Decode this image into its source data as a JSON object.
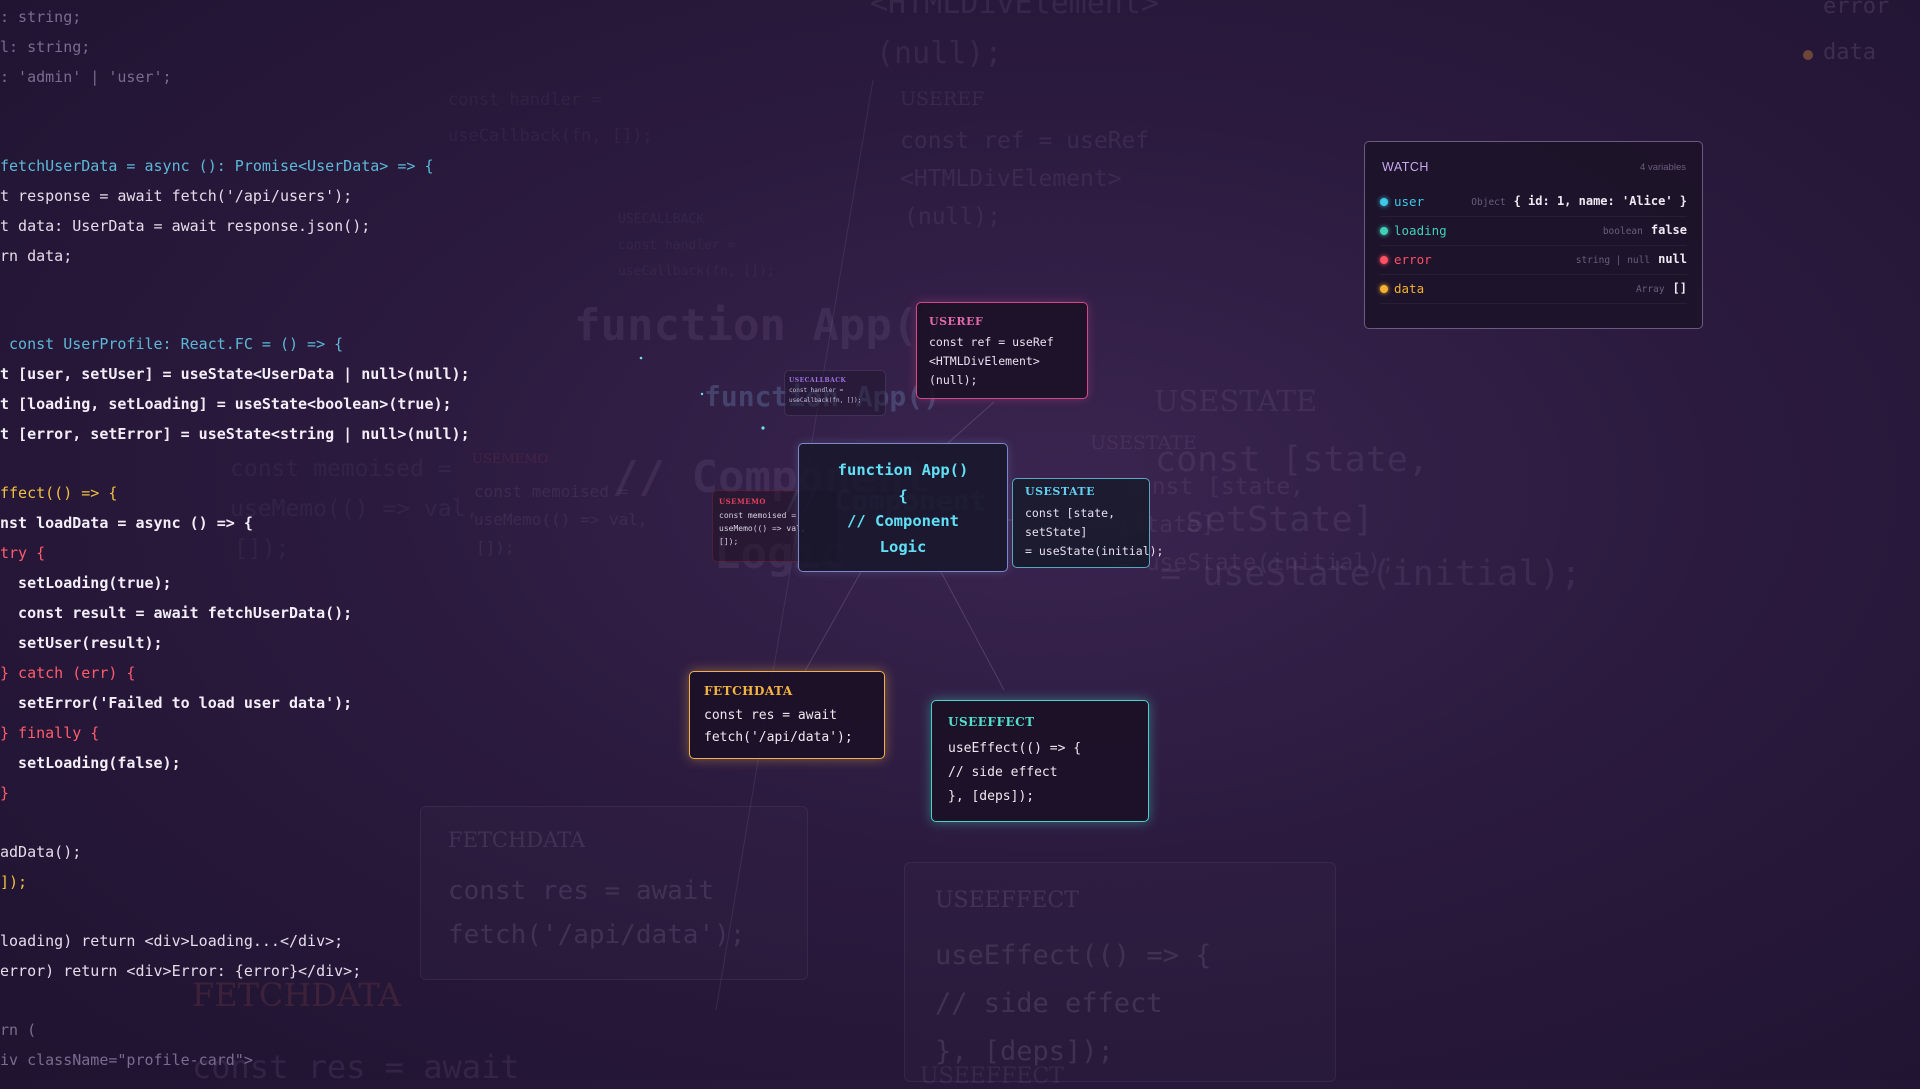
{
  "code_lines": [
    {
      "text": ": string;",
      "cls": "c-dim"
    },
    {
      "text": "l: string;",
      "cls": "c-dim"
    },
    {
      "text": ": 'admin' | 'user';",
      "cls": "c-dim"
    },
    {
      "text": "fetchUserData = async (): Promise<UserData> => {",
      "cls": "c-blue"
    },
    {
      "text": "t response = await fetch('/api/users');",
      "cls": "c-white"
    },
    {
      "text": "t data: UserData = await response.json();",
      "cls": "c-white"
    },
    {
      "text": "rn data;",
      "cls": "c-white"
    },
    {
      "text": " const UserProfile: React.FC = () => {",
      "cls": "c-blue"
    },
    {
      "text": "t [user, setUser] = useState<UserData | null>(null);",
      "cls": "c-bright"
    },
    {
      "text": "t [loading, setLoading] = useState<boolean>(true);",
      "cls": "c-bright"
    },
    {
      "text": "t [error, setError] = useState<string | null>(null);",
      "cls": "c-bright"
    },
    {
      "text": "ffect(() => {",
      "cls": "c-yellow"
    },
    {
      "text": "nst loadData = async () => {",
      "cls": "c-bright"
    },
    {
      "text": "try {",
      "cls": "c-red"
    },
    {
      "text": "  setLoading(true);",
      "cls": "c-bright"
    },
    {
      "text": "  const result = await fetchUserData();",
      "cls": "c-bright"
    },
    {
      "text": "  setUser(result);",
      "cls": "c-bright"
    },
    {
      "text": "} catch (err) {",
      "cls": "c-red"
    },
    {
      "text": "  setError('Failed to load user data');",
      "cls": "c-bright"
    },
    {
      "text": "} finally {",
      "cls": "c-red"
    },
    {
      "text": "  setLoading(false);",
      "cls": "c-bright"
    },
    {
      "text": "}",
      "cls": "c-red"
    },
    {
      "text": "adData();",
      "cls": "c-white"
    },
    {
      "text": "]);",
      "cls": "c-yellow"
    },
    {
      "text": "loading) return <div>Loading...</div>;",
      "cls": "c-white"
    },
    {
      "text": "error) return <div>Error: {error}</div>;",
      "cls": "c-white"
    },
    {
      "text": "rn (",
      "cls": "c-dim"
    },
    {
      "text": "iv className=\"profile-card\">",
      "cls": "c-dim"
    }
  ],
  "cards": {
    "useref": {
      "title": "USEREF",
      "code": "const ref = useRef\n<HTMLDivElement>\n(null);"
    },
    "app": {
      "code": "function App()\n{\n// Component\nLogic"
    },
    "usestate": {
      "title": "USESTATE",
      "code": "const [state,\nsetState]\n= useState(initial);"
    },
    "fetchdata": {
      "title": "FETCHDATA",
      "code": "const res = await\nfetch('/api/data');"
    },
    "useeffect": {
      "title": "USEEFFECT",
      "code": "useEffect(() => {\n// side effect\n}, [deps]);"
    },
    "usememo": {
      "title": "USEMEMO",
      "code": "const memoised =\nuseMemo(() => val,\n[]);"
    },
    "usecallback": {
      "title": "USECALLBACK",
      "code": "const handler =\nuseCallback(fn, []);"
    }
  },
  "watch": {
    "title": "WATCH",
    "count": "4 variables",
    "rows": [
      {
        "name": "user",
        "type": "Object",
        "value": "{ id: 1, name: 'Alice' }",
        "color": "#3ec8e8"
      },
      {
        "name": "loading",
        "type": "boolean",
        "value": "false",
        "color": "#40d0b8"
      },
      {
        "name": "error",
        "type": "string | null",
        "value": "null",
        "color": "#ff5064"
      },
      {
        "name": "data",
        "type": "Array",
        "value": "[]",
        "color": "#f4b030"
      }
    ]
  },
  "background": {
    "htmldiv": "<HTMLDivElement>",
    "null_top": "(null);",
    "useref_title": "USEREF",
    "useref_l1": "const ref = useRef",
    "useref_l2": "<HTMLDivElement>",
    "useref_l3": "(null);",
    "handler_l1": "const handler =",
    "handler_l2": "useCallback(fn, []);",
    "callback_title": "USECALLBACK",
    "function_app": "function App()",
    "usestate_big": "USESTATE",
    "const_state": "const [state,",
    "set_state": "setState]",
    "use_state_initial": "= useState(initial);",
    "memo_title": "USEMEMO",
    "memo_l1": "const memoised =",
    "memo_l2": "useMemo(() => val,",
    "memo_l3": "[]);",
    "component_l1": "// Component",
    "component_l2": "Logic",
    "fetch_title": "FETCHDATA",
    "fetch_l1": "const res = await",
    "fetch_l2": "fetch('/api/data');",
    "effect_title": "USEEFFECT",
    "effect_l1": "useEffect(() => {",
    "effect_l2": "// side effect",
    "effect_l3": "}, [deps]);",
    "fetch_big": "FETCHDATA",
    "res_big": "const res = await",
    "effect_big_bottom": "USEEFFECT",
    "right_data": "data",
    "right_error": "error"
  }
}
